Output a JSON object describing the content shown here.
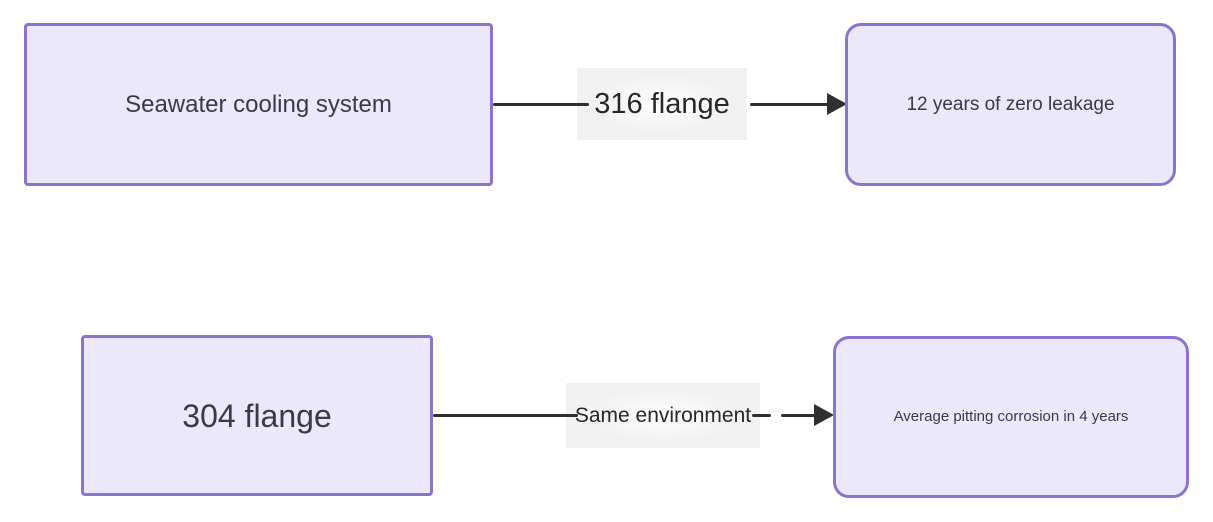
{
  "diagram": {
    "type": "flowchart-comparison",
    "colors": {
      "background": "#ffffff",
      "node_fill": "#ebe8fb",
      "node_border": "#8c73cd",
      "node_text": "#3a3a44",
      "edge": "#2f2f2f",
      "edge_label_bg": "#f1f1f1",
      "edge_label_text": "#27272b"
    },
    "rows": [
      {
        "source": {
          "label": "Seawater cooling system"
        },
        "edge": {
          "label": "316 flange"
        },
        "target": {
          "label": "12 years of zero leakage"
        }
      },
      {
        "source": {
          "label": "304 flange"
        },
        "edge": {
          "label": "Same environment"
        },
        "target": {
          "label": "Average pitting corrosion in 4 years"
        }
      }
    ]
  }
}
